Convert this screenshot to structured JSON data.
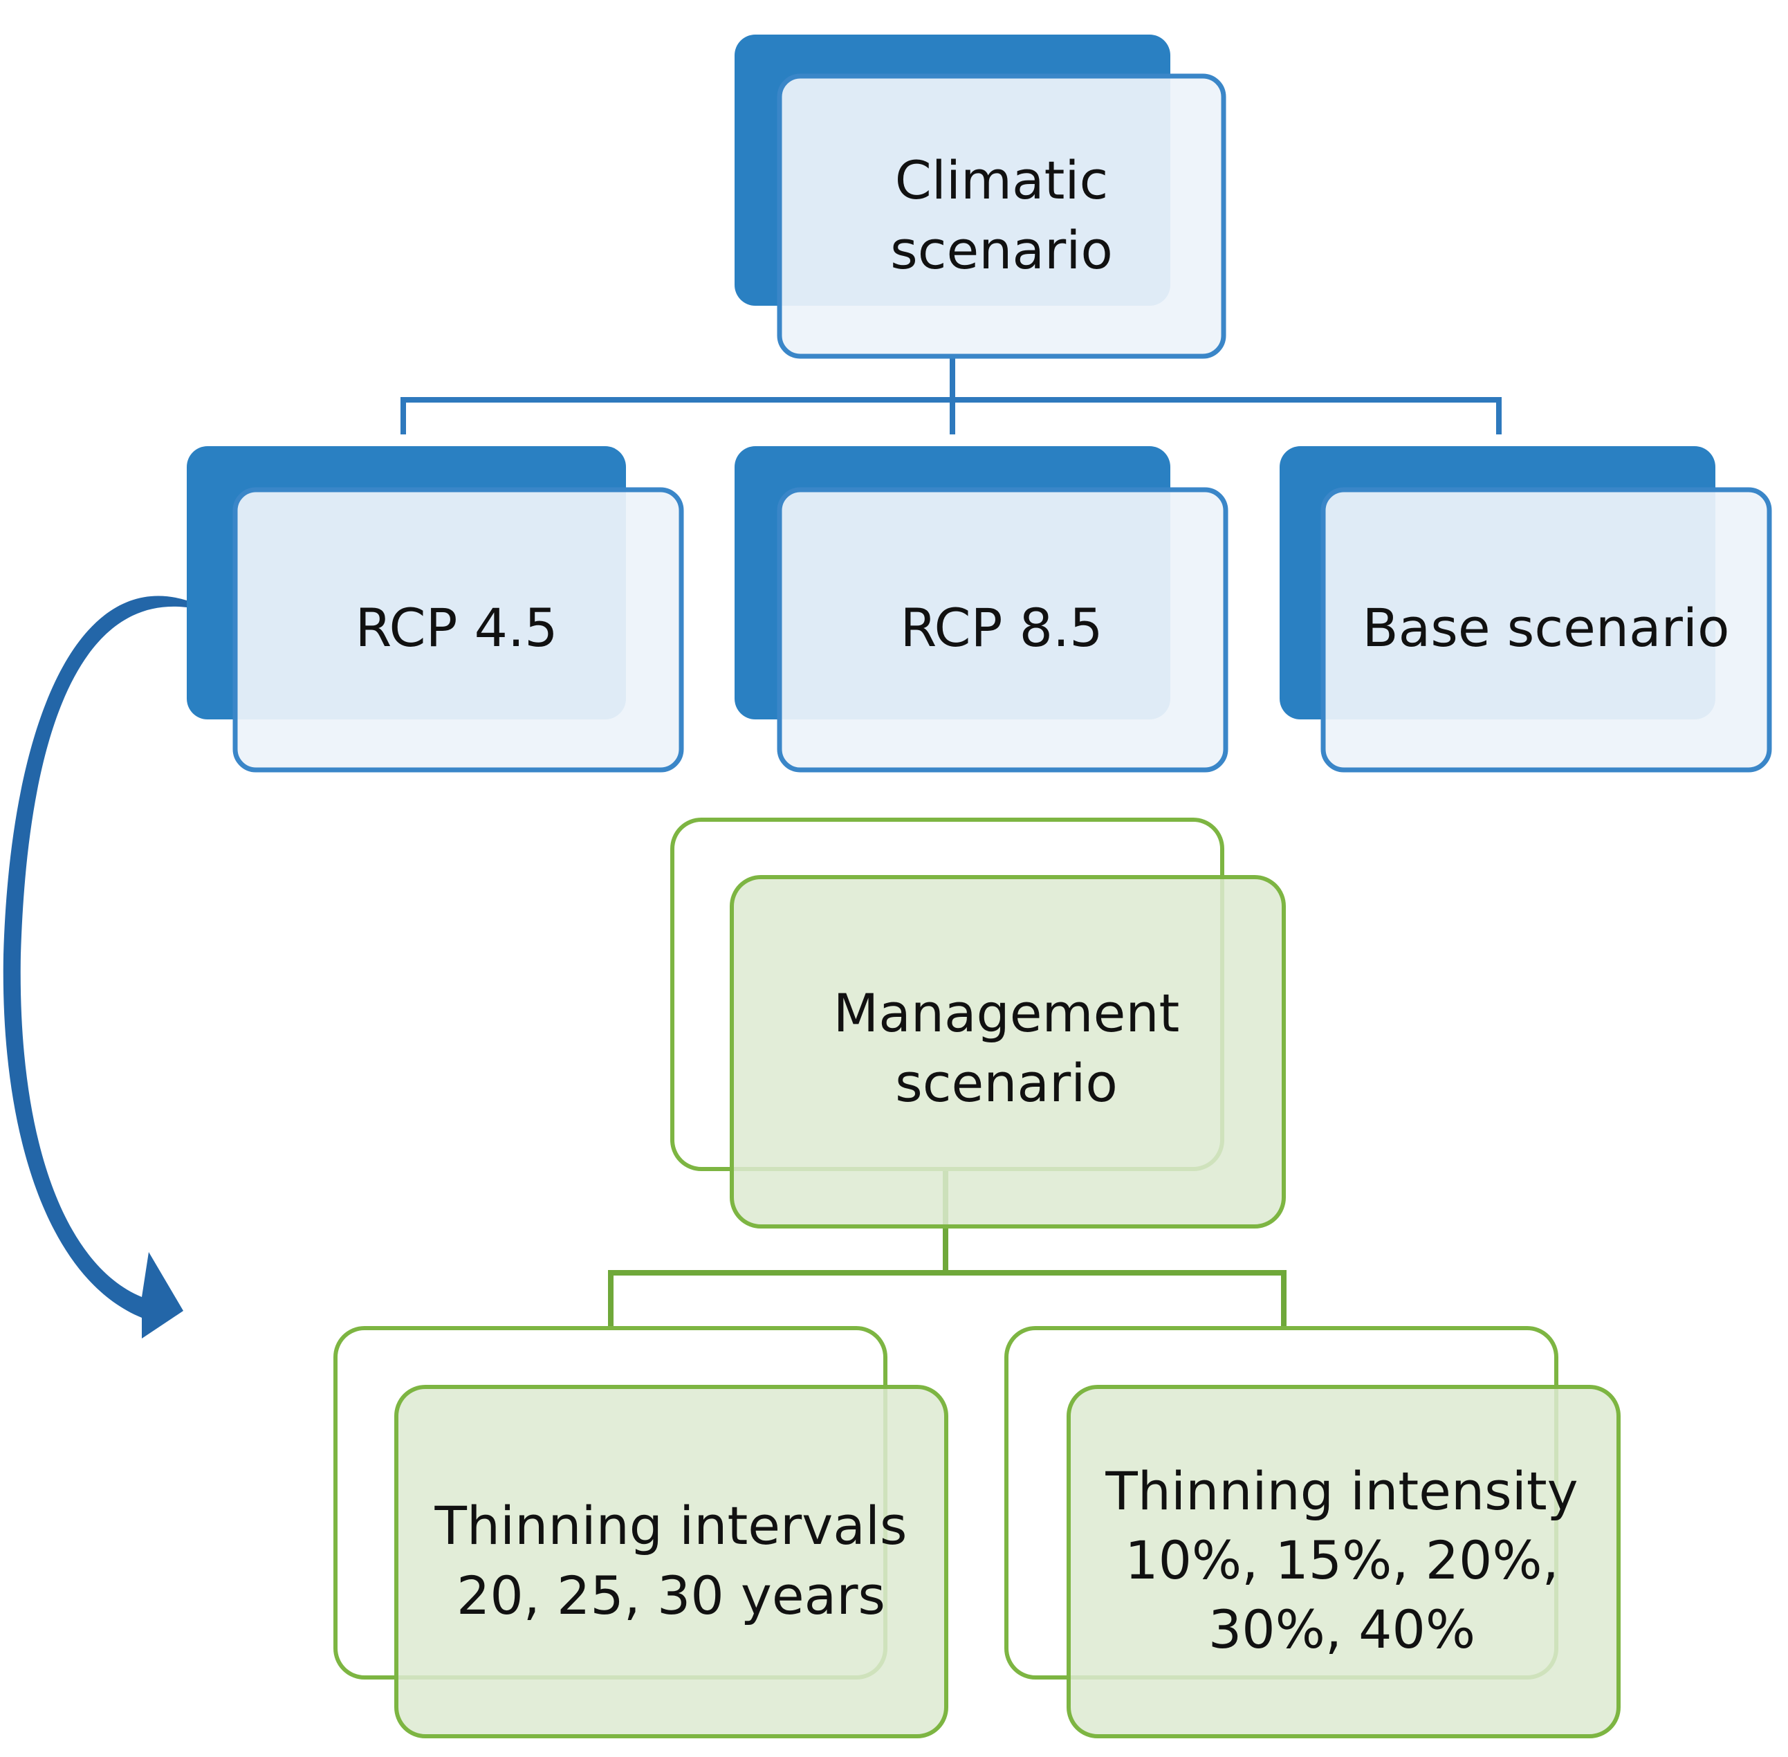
{
  "colors": {
    "blue_back": "#2A80C2",
    "blue_front_fill": "#EDF3FA",
    "blue_stroke": "#3A86C8",
    "connector_blue": "#2E79BD",
    "green_stroke": "#7DB542",
    "green_front_fill": "#DDEAD1",
    "green_back_fill": "#FFFFFF",
    "connector_green": "#6FA83A",
    "arrow_blue": "#2366A8",
    "text": "#111111"
  },
  "climate": {
    "root_line1": "Climatic",
    "root_line2": "scenario",
    "rcp45": "RCP 4.5",
    "rcp85": "RCP 8.5",
    "base": "Base scenario"
  },
  "management": {
    "root_line1": "Management",
    "root_line2": "scenario",
    "intervals_line1": "Thinning intervals",
    "intervals_line2": "20, 25, 30 years",
    "intensity_line1": "Thinning intensity",
    "intensity_line2": "10%, 15%, 20%,",
    "intensity_line3": "30%, 40%"
  }
}
